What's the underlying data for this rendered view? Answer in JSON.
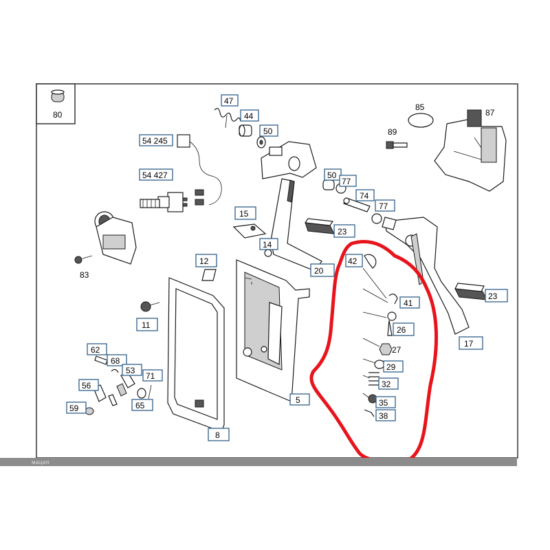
{
  "footer": {
    "text": "мация"
  },
  "colors": {
    "callout_border": "#2f5f8a",
    "highlight": "#e8141c"
  },
  "labels": {
    "p80": "80",
    "p47": "47",
    "p44": "44",
    "p50a": "50",
    "p54245": "54 245",
    "p54427": "54 427",
    "p85": "85",
    "p87": "87",
    "p89": "89",
    "p50b": "50",
    "p77a": "77",
    "p74": "74",
    "p77b": "77",
    "p15": "15",
    "p23a": "23",
    "p83": "83",
    "p14": "14",
    "p12": "12",
    "p20": "20",
    "p42": "42",
    "p41": "41",
    "p23b": "23",
    "p11": "11",
    "p26": "26",
    "p17": "17",
    "p27": "27",
    "p62": "62",
    "p68": "68",
    "p29": "29",
    "p53": "53",
    "p71": "71",
    "p32": "32",
    "p56": "56",
    "p5": "5",
    "p35": "35",
    "p59": "59",
    "p65": "65",
    "p38": "38",
    "p8": "8"
  }
}
